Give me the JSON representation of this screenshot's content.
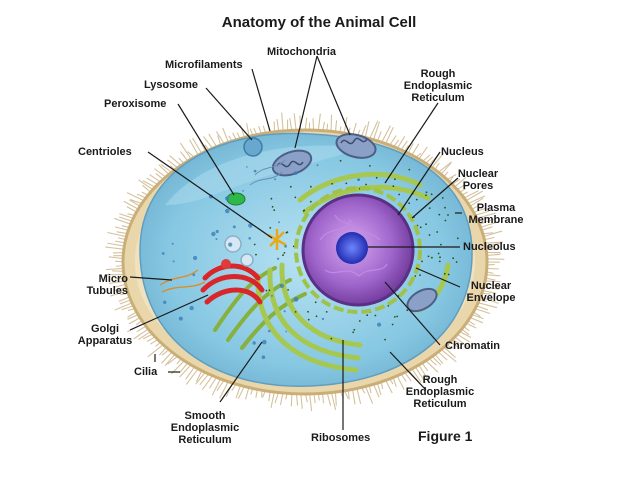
{
  "title": "Anatomy of the Animal Cell",
  "figure_label": "Figure 1",
  "labels": {
    "mitochondria": "Mitochondria",
    "microfilaments": "Microfilaments",
    "lysosome": "Lysosome",
    "peroxisome": "Peroxisome",
    "centrioles": "Centrioles",
    "micro_tubules_1": "Micro",
    "micro_tubules_2": "Tubules",
    "golgi_1": "Golgi",
    "golgi_2": "Apparatus",
    "cilia": "Cilia",
    "smooth_er_1": "Smooth",
    "smooth_er_2": "Endoplasmic",
    "smooth_er_3": "Reticulum",
    "ribosomes": "Ribosomes",
    "rough_er_top_1": "Rough",
    "rough_er_top_2": "Endoplasmic",
    "rough_er_top_3": "Reticulum",
    "nucleus": "Nucleus",
    "nuclear_pores_1": "Nuclear",
    "nuclear_pores_2": "Pores",
    "plasma_membrane_1": "Plasma",
    "plasma_membrane_2": "Membrane",
    "nucleolus": "Nucleolus",
    "nuclear_envelope_1": "Nuclear",
    "nuclear_envelope_2": "Envelope",
    "chromatin": "Chromatin",
    "rough_er_bottom_1": "Rough",
    "rough_er_bottom_2": "Endoplasmic",
    "rough_er_bottom_3": "Reticulum"
  },
  "colors": {
    "cytoplasm": "#8fcde6",
    "membrane": "#e8d2a4",
    "cilia": "#d9c7a2",
    "nucleus": "#9a5cc4",
    "nucleolus": "#2a3bd6",
    "golgi": "#d8262b",
    "er": "#9cc24a",
    "mitochondria": "#7b8fb8",
    "peroxisome": "#2fb84a",
    "centriole": "#f0b020"
  }
}
